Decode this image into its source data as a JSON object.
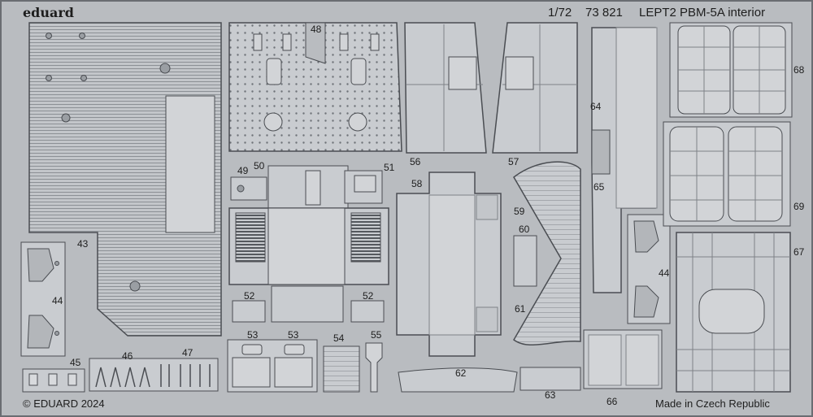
{
  "brand": "eduard",
  "header": {
    "scale": "1/72",
    "set_number": "73 821",
    "title": "LEPT2 PBM-5A interior"
  },
  "footer": {
    "copyright": "© EDUARD 2024",
    "origin": "Made in Czech Republic"
  },
  "part_numbers": {
    "p43": "43",
    "p44a": "44",
    "p44b": "44",
    "p45": "45",
    "p46": "46",
    "p47": "47",
    "p48": "48",
    "p49": "49",
    "p50": "50",
    "p51": "51",
    "p52a": "52",
    "p52b": "52",
    "p53a": "53",
    "p53b": "53",
    "p54": "54",
    "p55": "55",
    "p56": "56",
    "p57": "57",
    "p58": "58",
    "p59": "59",
    "p60": "60",
    "p61": "61",
    "p62": "62",
    "p63": "63",
    "p64": "64",
    "p65": "65",
    "p66": "66",
    "p67": "67",
    "p68": "68",
    "p69": "69"
  },
  "colors": {
    "fret": "#b9bcc0",
    "part": "#c9ccd0",
    "outline": "#4a4d52",
    "detail": "#7e8287",
    "text": "#1e1e1e"
  }
}
